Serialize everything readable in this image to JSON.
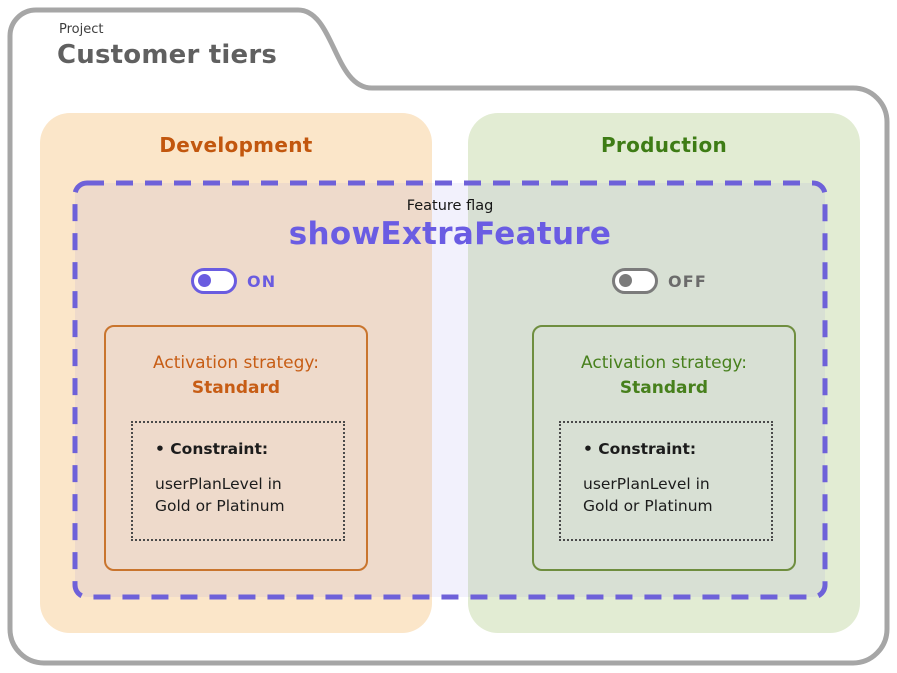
{
  "project": {
    "eyebrow": "Project",
    "title": "Customer tiers"
  },
  "flag": {
    "label": "Feature flag",
    "name": "showExtraFeature"
  },
  "envs": [
    {
      "name": "Development",
      "toggle_label": "ON",
      "toggle_state": "on",
      "strategy_heading": "Activation strategy:",
      "strategy_type": "Standard",
      "constraint_label": "• Constraint:",
      "constraint_line1": "userPlanLevel in",
      "constraint_line2": "Gold or Platinum"
    },
    {
      "name": "Production",
      "toggle_label": "OFF",
      "toggle_state": "off",
      "strategy_heading": "Activation strategy:",
      "strategy_type": "Standard",
      "constraint_label": "• Constraint:",
      "constraint_line1": "userPlanLevel in",
      "constraint_line2": "Gold or Platinum"
    }
  ],
  "colors": {
    "folder_border": "#a6a6a6",
    "development_bg": "#fbe6c9",
    "development_accent": "#c2570e",
    "production_bg": "#e2ecd3",
    "production_accent": "#3e7c15",
    "flag_accent": "#6a5ce0",
    "toggle_off": "#7b7b7b"
  }
}
